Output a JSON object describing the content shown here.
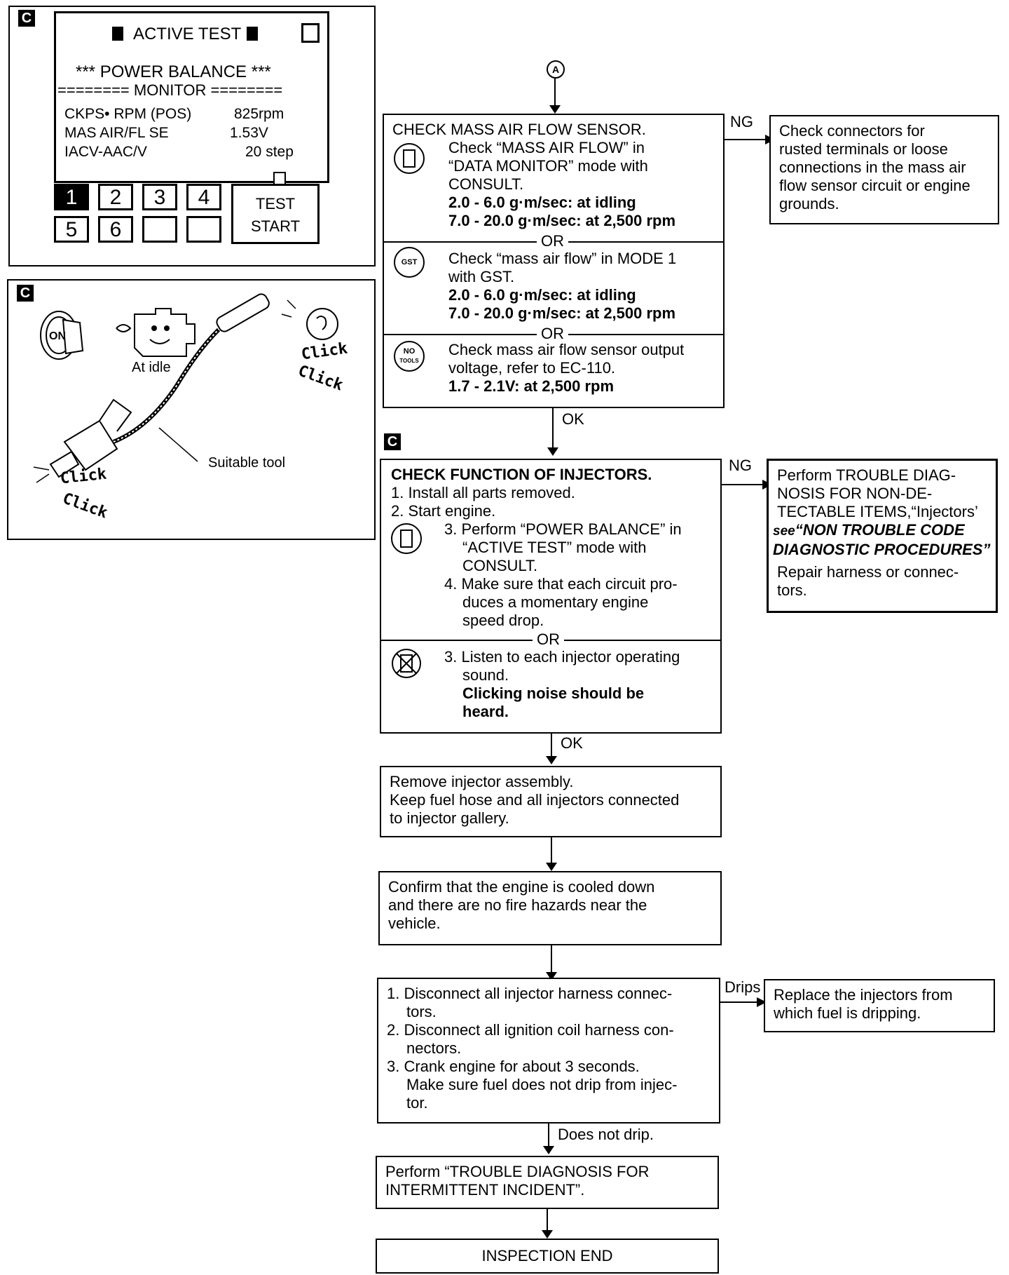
{
  "marker": "C",
  "screen": {
    "title": "ACTIVE TEST",
    "heading": "*** POWER BALANCE ***",
    "monitor": "======== MONITOR ========",
    "rows": [
      {
        "label": "CKPS• RPM (POS)",
        "value": "825rpm"
      },
      {
        "label": "MAS AIR/FL SE",
        "value": "1.53V"
      },
      {
        "label": "IACV-AAC/V",
        "value": "20 step"
      }
    ],
    "keys": [
      "1",
      "2",
      "3",
      "4",
      "5",
      "6",
      "",
      ""
    ],
    "test_btn": [
      "TEST",
      "START"
    ]
  },
  "illustration": {
    "ign_on": "ON",
    "at_idle": "At idle",
    "suitable_tool": "Suitable tool",
    "click": "Click"
  },
  "flow": {
    "a_marker": "A",
    "maf": {
      "title": "CHECK MASS AIR FLOW SENSOR.",
      "s1": [
        "Check “MASS AIR FLOW” in",
        "“DATA MONITOR” mode with",
        "CONSULT."
      ],
      "s1_spec": [
        "2.0 - 6.0 g·m/sec: at idling",
        "7.0 - 20.0 g·m/sec: at 2,500 rpm"
      ],
      "or": "OR",
      "s2": [
        "Check “mass air flow” in MODE 1",
        "with GST."
      ],
      "s2_spec": [
        "2.0 - 6.0 g·m/sec: at idling",
        "7.0 - 20.0 g·m/sec: at 2,500 rpm"
      ],
      "s3": [
        "Check mass air flow sensor output",
        "voltage, refer to EC-110."
      ],
      "s3_spec": [
        "1.7 - 2.1V: at 2,500 rpm"
      ],
      "icon_gst": "GST",
      "icon_notools": [
        "NO",
        "TOOLS"
      ]
    },
    "ng1": "NG",
    "ng1_box": [
      "Check connectors for",
      "rusted terminals or loose",
      "connections in the mass air",
      "flow sensor circuit or engine",
      "grounds."
    ],
    "ok1": "OK",
    "inj": {
      "title": "CHECK FUNCTION OF INJECTORS.",
      "steps": [
        "1. Install all parts removed.",
        "2. Start engine."
      ],
      "s3": [
        "3. Perform “POWER BALANCE” in",
        "“ACTIVE TEST” mode with",
        "CONSULT."
      ],
      "s4": [
        "4. Make sure that each circuit pro-",
        "duces a momentary engine",
        "speed drop."
      ],
      "or": "OR",
      "alt": [
        "3. Listen to each injector operating",
        "sound."
      ],
      "alt_spec": [
        "Clicking noise should be",
        "heard."
      ]
    },
    "ng2": "NG",
    "ng2_box": {
      "lines": [
        "Perform TROUBLE DIAG-",
        "NOSIS FOR NON-DE-",
        "TECTABLE ITEMS,“Injectors’"
      ],
      "see": "see",
      "see_ital": [
        "“NON TROUBLE CODE",
        "DIAGNOSTIC PROCEDURES”"
      ],
      "repair": [
        "Repair harness or connec-",
        "tors."
      ]
    },
    "ok2": "OK",
    "remove": [
      "Remove injector assembly.",
      "Keep fuel hose and all injectors connected",
      "to injector gallery."
    ],
    "confirm": [
      "Confirm that the engine is cooled down",
      "and there are no fire hazards near the",
      "vehicle."
    ],
    "disconnect": [
      "1. Disconnect all injector harness connec-",
      "tors.",
      "2. Disconnect all ignition coil harness con-",
      "nectors.",
      "3. Crank engine for about 3 seconds.",
      "Make sure fuel does not drip from injec-",
      "tor."
    ],
    "drips": "Drips",
    "replace": [
      "Replace the injectors from",
      "which fuel is dripping."
    ],
    "not_drip": "Does not drip.",
    "perform": [
      "Perform “TROUBLE DIAGNOSIS FOR",
      "INTERMITTENT INCIDENT”."
    ],
    "end": "INSPECTION END"
  }
}
